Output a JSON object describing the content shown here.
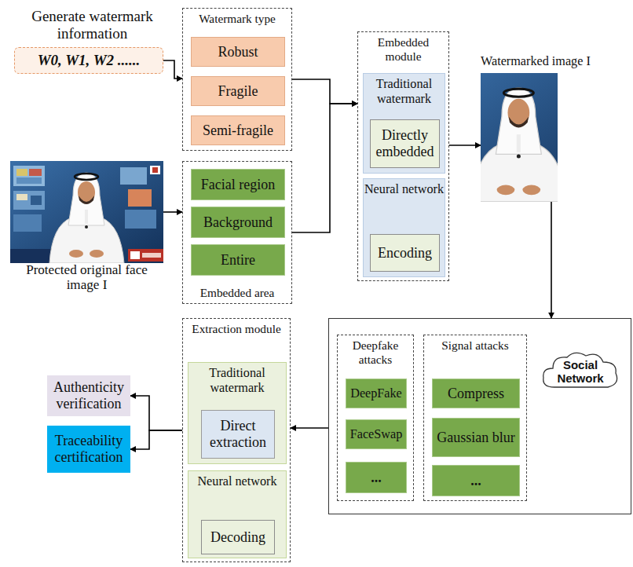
{
  "diagram": {
    "nodes": [
      {
        "text": [
          "W0, W1, W2 ......"
        ]
      },
      {
        "text": [
          "Watermark type"
        ]
      },
      {
        "text": [
          "Robust"
        ],
        "in": 1
      },
      {
        "text": [
          "Fragile"
        ],
        "in": 1
      },
      {
        "text": [
          "Semi-fragile"
        ],
        "in": 1
      },
      {
        "text": [
          "Protected original face image I"
        ]
      },
      {
        "text": [
          "Embedded area"
        ]
      },
      {
        "text": [
          "Facial region"
        ],
        "in": 6
      },
      {
        "text": [
          "Background"
        ],
        "in": 6
      },
      {
        "text": [
          "Entire"
        ],
        "in": 6
      },
      {
        "text": [
          "Embedded module"
        ]
      },
      {
        "text": [
          "Traditional watermark"
        ],
        "in": 10
      },
      {
        "text": [
          "Directly embedded"
        ],
        "in": 11
      },
      {
        "text": [
          "Neural network"
        ],
        "in": 10
      },
      {
        "text": [
          "Encoding"
        ],
        "in": 13
      },
      {
        "text": [
          "Watermarked image I"
        ]
      },
      {
        "text": [
          "Social Network"
        ]
      },
      {
        "text": [
          "Deepfake attacks"
        ],
        "in": 16
      },
      {
        "text": [
          "DeepFake"
        ],
        "in": 17
      },
      {
        "text": [
          "FaceSwap"
        ],
        "in": 17
      },
      {
        "text": [
          "..."
        ],
        "in": 17
      },
      {
        "text": [
          "Signal attacks"
        ],
        "in": 16
      },
      {
        "text": [
          "Compress"
        ],
        "in": 21
      },
      {
        "text": [
          "Gaussian blur"
        ],
        "in": 21
      },
      {
        "text": [
          "..."
        ],
        "in": 21
      },
      {
        "text": [
          "Extraction module"
        ]
      },
      {
        "text": [
          "Traditional watermark"
        ],
        "in": 25
      },
      {
        "text": [
          "Direct extraction"
        ],
        "in": 26
      },
      {
        "text": [
          "Neural network"
        ],
        "in": 25
      },
      {
        "text": [
          "Decoding"
        ],
        "in": 28
      },
      {
        "text": [
          "Authenticity verification"
        ]
      },
      {
        "text": [
          "Traceability certification"
        ]
      }
    ],
    "edges": [
      {
        "from": 0,
        "to": 1,
        "arrow": "to"
      },
      {
        "from": 1,
        "to": 10,
        "arrow": "to"
      },
      {
        "from": 6,
        "to": 10,
        "arrow": "to"
      },
      {
        "from": 5,
        "to": 6,
        "arrow": "to"
      },
      {
        "from": 10,
        "to": 15,
        "arrow": "to"
      },
      {
        "from": 15,
        "to": 16,
        "arrow": "to"
      },
      {
        "from": 16,
        "to": 25,
        "arrow": "to"
      },
      {
        "from": 25,
        "to": 30,
        "arrow": "to"
      },
      {
        "from": 25,
        "to": 31,
        "arrow": "to"
      }
    ],
    "labels": [
      "Generate watermark information"
    ]
  }
}
